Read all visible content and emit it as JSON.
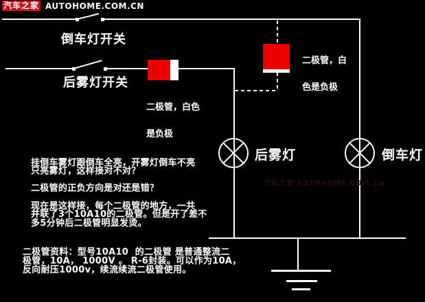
{
  "header": {
    "brand": "汽车之家",
    "site": "AUTOHOME.COM.CN"
  },
  "diagram": {
    "switch_reverse_label": "倒车灯开关",
    "switch_fog_label": "后雾灯开关",
    "diode_left_note": {
      "line1": "二极管，白色",
      "line2": "是负极"
    },
    "diode_right_note": {
      "line1": "二极管，白",
      "line2": "色是负极"
    },
    "lamp_fog_label": "后雾灯",
    "lamp_reverse_label": "倒车灯"
  },
  "notes": {
    "q1": [
      "挂倒车雾灯跟倒车全亮，开雾灯倒车不亮",
      "只亮雾灯，这样接对不对？"
    ],
    "q2": "二极管的正负方向是对还是错？",
    "current_setup": [
      "现在是这样接，每个二极管的地方，一共",
      "并联了3个10A10的二极管。但是开了差不",
      "多5分钟后二极管明显发烫。"
    ],
    "spec": [
      "二极管资料：型号10A10  的二极管 是普通整流二",
      "极管，10A， 1000V 。 R-6封装。可以作为10A，",
      "反向耐压1000v，续流续流二极管使用。"
    ]
  },
  "watermark_center": "汽车之家 AUTOHOME.COM.CN",
  "colors": {
    "background": "#000000",
    "wire": "#ffffff",
    "diode": "#ee0000",
    "brand": "#cc0f1d",
    "text": "#ffffff",
    "faint": "#2a0d0d"
  }
}
